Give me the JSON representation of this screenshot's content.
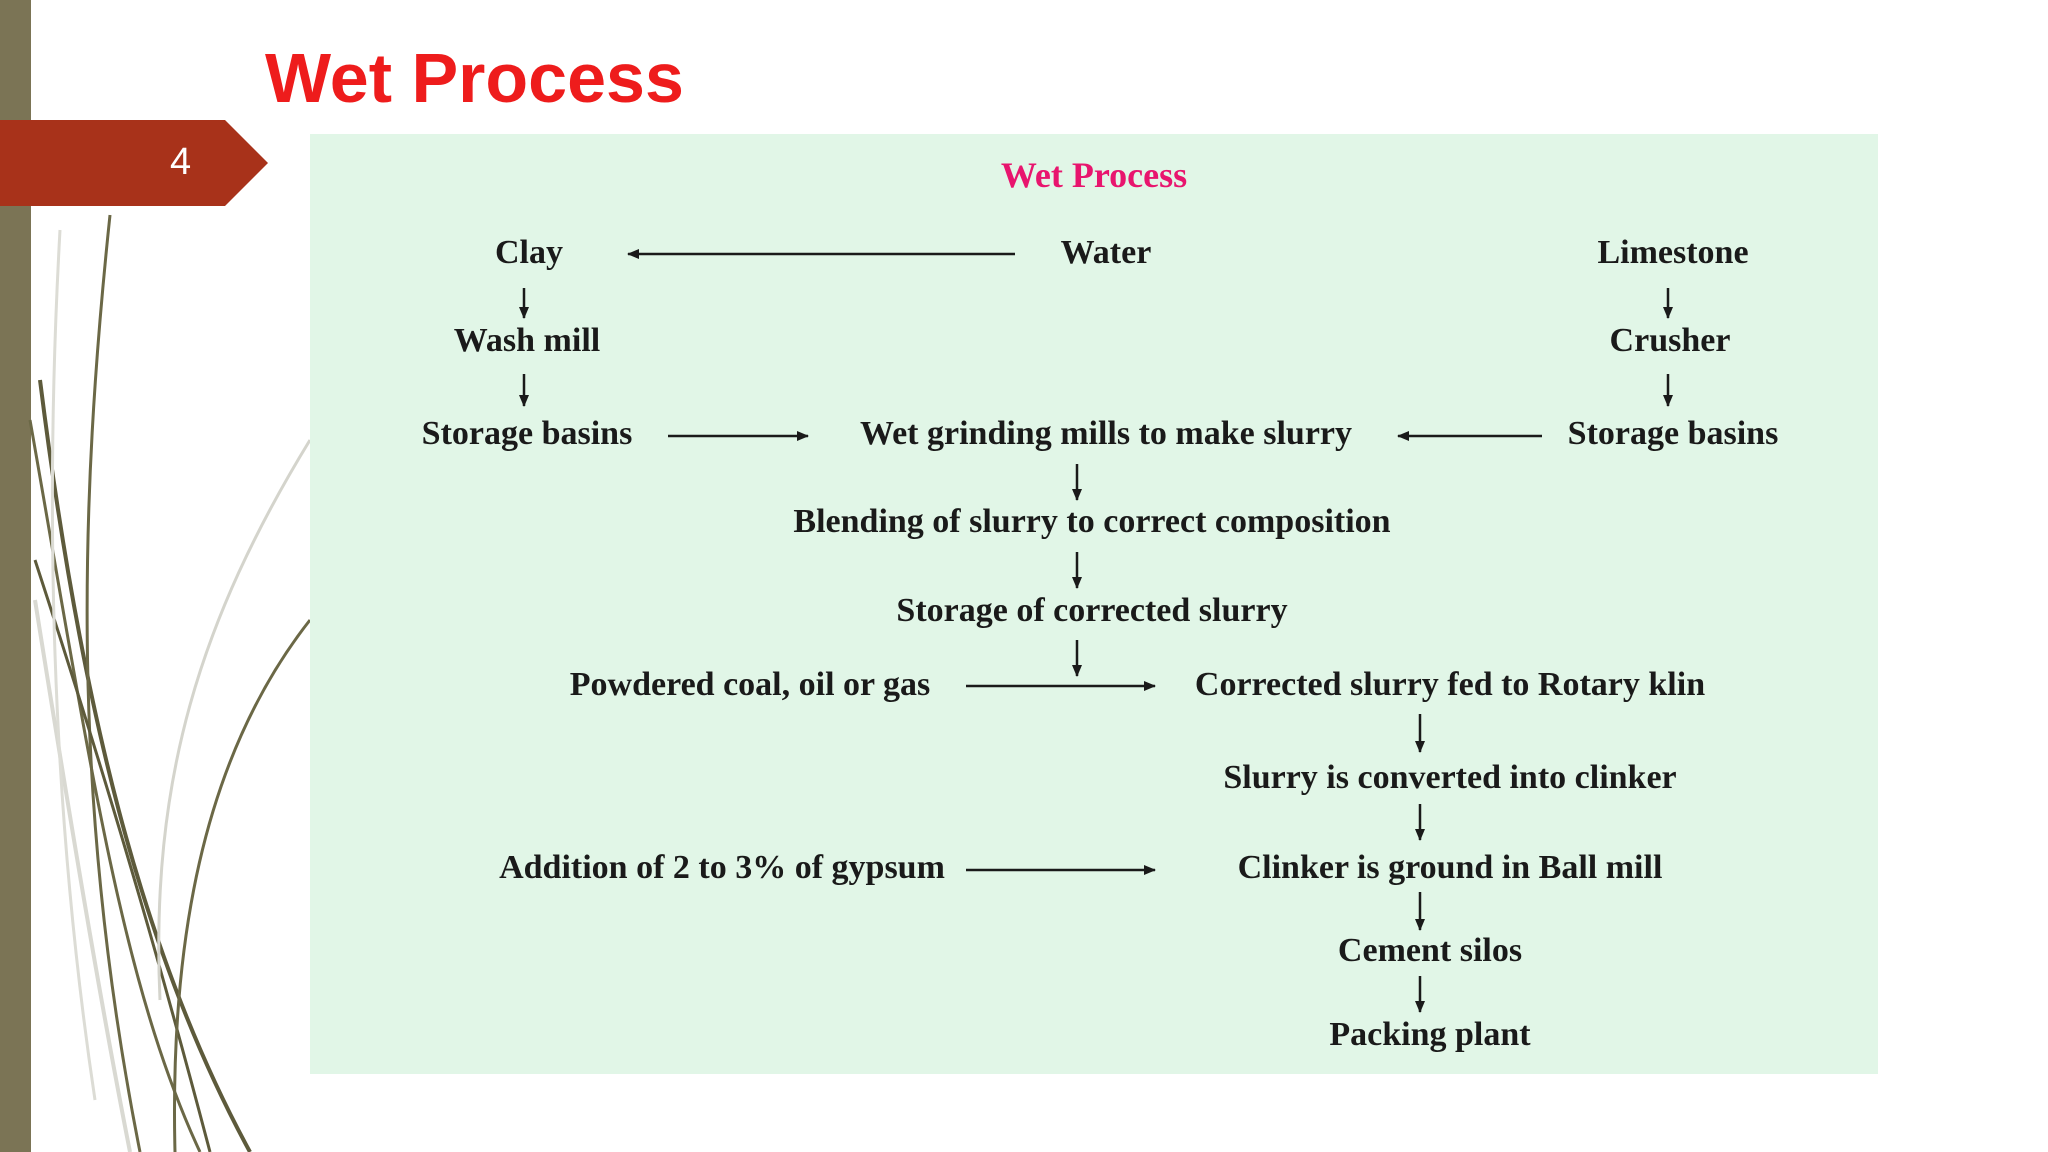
{
  "slide": {
    "title": "Wet Process",
    "page_number": "4"
  },
  "diagram": {
    "title": "Wet Process",
    "nodes": {
      "clay": "Clay",
      "water": "Water",
      "limestone": "Limestone",
      "wash_mill": "Wash mill",
      "crusher": "Crusher",
      "storage_basins_left": "Storage basins",
      "wet_grinding": "Wet grinding mills to make slurry",
      "storage_basins_right": "Storage basins",
      "blending": "Blending of slurry to correct composition",
      "storage_corrected": "Storage of corrected slurry",
      "powdered_coal": "Powdered coal, oil or gas",
      "corrected_fed": "Corrected slurry fed to Rotary klin",
      "converted_clinker": "Slurry is converted into clinker",
      "gypsum": "Addition of 2 to 3% of gypsum",
      "clinker_ground": "Clinker is ground in Ball mill",
      "cement_silos": "Cement silos",
      "packing_plant": "Packing plant"
    }
  },
  "colors": {
    "title_red": "#ee1c1c",
    "diagram_title_pink": "#e8156e",
    "diagram_bg": "#e1f6e7",
    "badge": "#a8321a",
    "left_bar": "#7b7455"
  }
}
